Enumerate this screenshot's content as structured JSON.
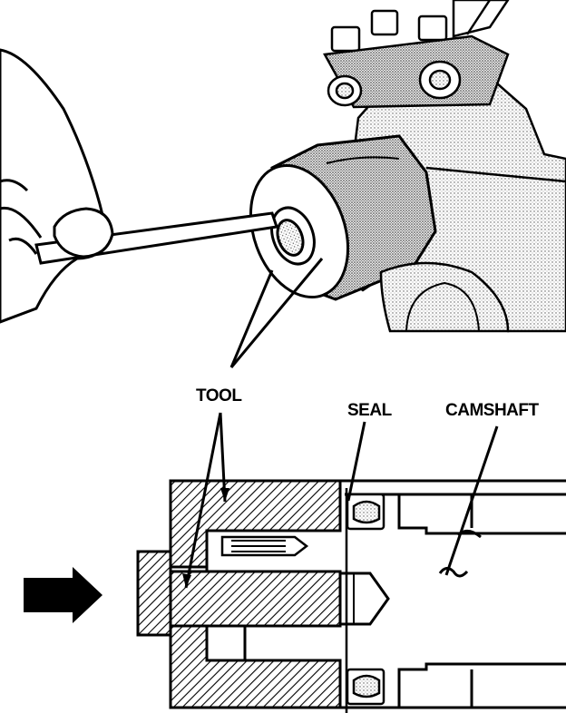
{
  "labels": {
    "tool": "TOOL",
    "seal": "SEAL",
    "camshaft": "CAMSHAFT"
  },
  "colors": {
    "ink": "#000000",
    "paper": "#ffffff",
    "stipple": "#9a9a9a"
  }
}
